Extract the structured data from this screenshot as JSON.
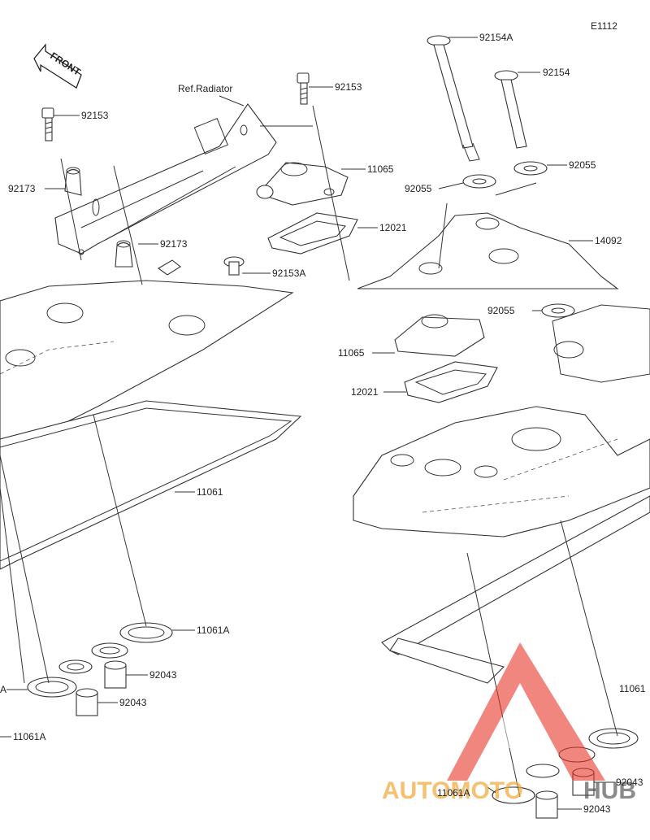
{
  "diagram": {
    "code": "E1112",
    "front_label": "FRONT",
    "ref_label": "Ref.Radiator",
    "parts": {
      "p92154A": "92154A",
      "p92154": "92154",
      "p92153_top": "92153",
      "p92153_left": "92153",
      "p92173_left": "92173",
      "p92173_mid": "92173",
      "p11065_top": "11065",
      "p12021_top": "12021",
      "p92055_right": "92055",
      "p92055_left": "92055",
      "p14092": "14092",
      "p92153A": "92153A",
      "p92055_mid": "92055",
      "p11065_mid": "11065",
      "p12021_mid": "12021",
      "p11061_left": "11061",
      "p11061A_left": "11061A",
      "p92043_a": "92043",
      "p92043_b": "92043",
      "p_a_edge": "A",
      "p11061A_bottom_left": "11061A",
      "p11061_right": "11061",
      "p92043_right": "92043",
      "p11061A_bottom": "11061A",
      "p92043_bottom": "92043"
    },
    "watermark": {
      "word_a": "AUTOMOTO",
      "word_b": "HUB",
      "accent": "#e8352a",
      "secondary": "#f2a93b"
    }
  }
}
